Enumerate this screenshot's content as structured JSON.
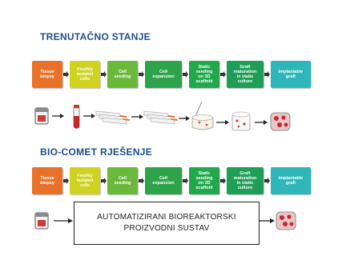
{
  "section1": {
    "title": "TRENUTAČNO STANJE"
  },
  "section2": {
    "title": "BIO-COMET RJEŠENJE"
  },
  "steps": [
    {
      "label": "Tissue\nbiopsy",
      "color": "#e8722a"
    },
    {
      "label": "Freshly\nisolated\ncells",
      "color": "#cfd21f"
    },
    {
      "label": "Cell\nseeding",
      "color": "#6ab93b"
    },
    {
      "label": "Cell\nexpansion",
      "color": "#2ea44a"
    },
    {
      "label": "Static\nseeding\non 3D\nscaffold",
      "color": "#22a84c"
    },
    {
      "label": "Graft\nmaturation\nin static\nculture",
      "color": "#1f9e57"
    },
    {
      "label": "Implantable\ngraft",
      "color": "#2fb6b8"
    }
  ],
  "bioreactor": {
    "line1": "AUTOMATIZIRANI BIOREAKTORSKI",
    "line2": "PROIZVODNI SUSTAV"
  },
  "icons": [
    "tissue-container-icon",
    "blood-tube-icon",
    "culture-flasks-icon",
    "scaffold-icon",
    "petri-dish-icon",
    "graft-icon"
  ]
}
